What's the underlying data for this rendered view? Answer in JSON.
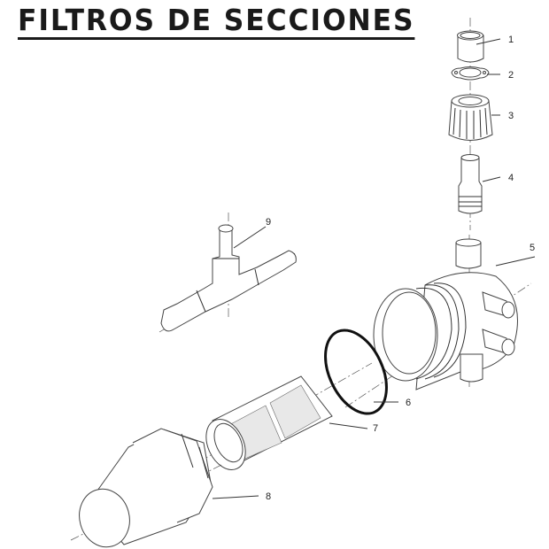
{
  "title": "FILTROS DE SECCIONES",
  "parts": [
    {
      "number": "1",
      "name": "hose-tail-sleeve"
    },
    {
      "number": "2",
      "name": "flange-gasket"
    },
    {
      "number": "3",
      "name": "ribbed-nut"
    },
    {
      "number": "4",
      "name": "hose-connector"
    },
    {
      "number": "5",
      "name": "filter-body"
    },
    {
      "number": "6",
      "name": "o-ring"
    },
    {
      "number": "7",
      "name": "filter-cartridge"
    },
    {
      "number": "8",
      "name": "filter-cap"
    },
    {
      "number": "9",
      "name": "t-connector"
    }
  ],
  "labels": {
    "p1": "1",
    "p2": "2",
    "p3": "3",
    "p4": "4",
    "p5": "5",
    "p6": "6",
    "p7": "7",
    "p8": "8",
    "p9": "9"
  }
}
